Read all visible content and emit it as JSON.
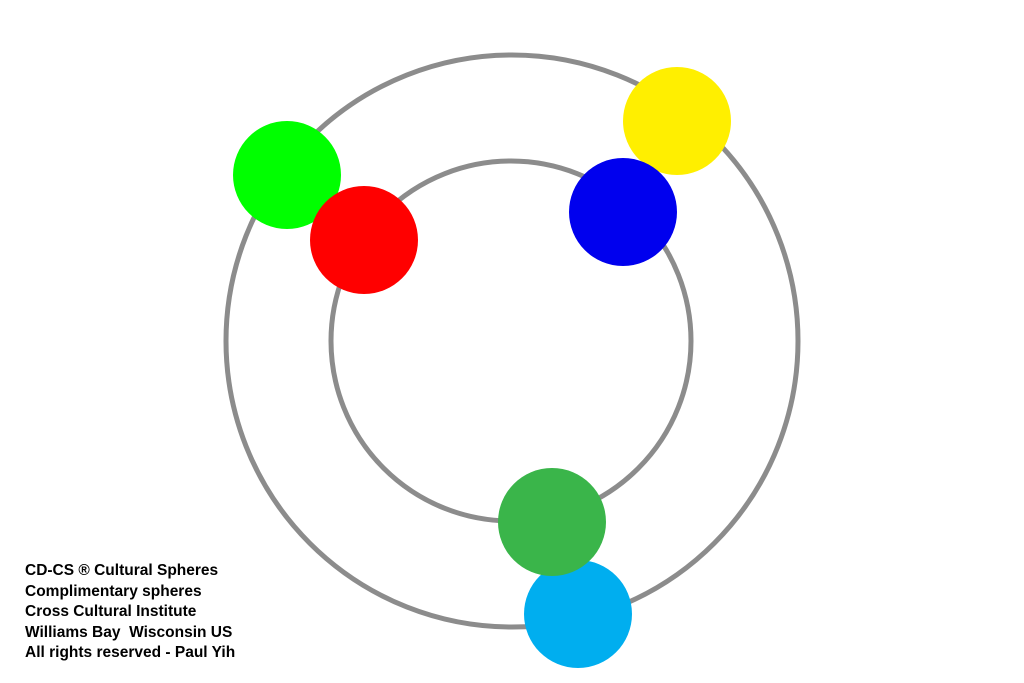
{
  "colors": {
    "ring": "#8c8c8c",
    "sphere_bright_green": "#00ff00",
    "sphere_red": "#ff0000",
    "sphere_yellow": "#ffef00",
    "sphere_blue": "#0000ee",
    "sphere_medium_green": "#3ab54a",
    "sphere_sky_blue": "#00aeef"
  },
  "spheres": [
    {
      "name": "bright-green-sphere",
      "color": "#00ff00"
    },
    {
      "name": "yellow-sphere",
      "color": "#ffef00"
    },
    {
      "name": "blue-sphere",
      "color": "#0000ee"
    },
    {
      "name": "red-sphere",
      "color": "#ff0000"
    },
    {
      "name": "sky-blue-sphere",
      "color": "#00aeef"
    },
    {
      "name": "medium-green-sphere",
      "color": "#3ab54a"
    }
  ],
  "caption": {
    "line1": "CD-CS ® Cultural Spheres",
    "line2": "Complimentary spheres",
    "line3": "Cross Cultural Institute",
    "line4": "Williams Bay  Wisconsin US",
    "line5": "All rights reserved - Paul Yih"
  }
}
